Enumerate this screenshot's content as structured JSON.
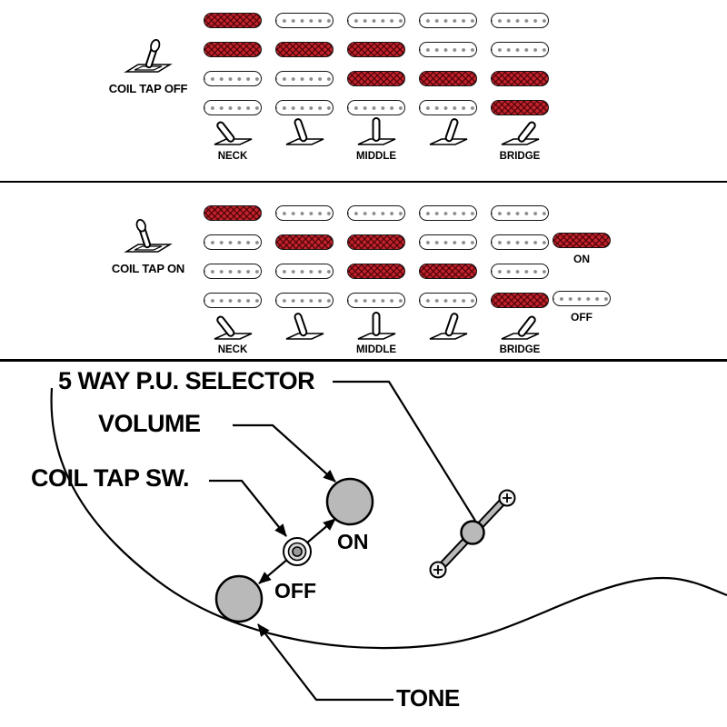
{
  "sections": [
    {
      "label": "COIL TAP OFF",
      "grid": [
        [
          "on",
          "off",
          "off",
          "off",
          "off"
        ],
        [
          "on",
          "on",
          "on",
          "off",
          "off"
        ],
        [
          "off",
          "off",
          "on",
          "on",
          "on"
        ],
        [
          "off",
          "off",
          "off",
          "off",
          "on"
        ]
      ]
    },
    {
      "label": "COIL TAP ON",
      "grid": [
        [
          "on",
          "off",
          "off",
          "off",
          "off"
        ],
        [
          "off",
          "on",
          "on",
          "off",
          "off"
        ],
        [
          "off",
          "off",
          "on",
          "on",
          "off"
        ],
        [
          "off",
          "off",
          "off",
          "off",
          "on"
        ]
      ]
    }
  ],
  "positions": {
    "neck": "NECK",
    "middle": "MIDDLE",
    "bridge": "BRIDGE"
  },
  "legend": {
    "on": "ON",
    "off": "OFF"
  },
  "controls": {
    "selector": "5 WAY P.U. SELECTOR",
    "volume": "VOLUME",
    "coil_tap": "COIL TAP SW.",
    "tap_on": "ON",
    "tap_off": "OFF",
    "tone": "TONE"
  },
  "colors": {
    "active_pickup": "#c2242b",
    "inactive_pickup": "#ffffff",
    "knob_gray": "#b9b9b9",
    "line": "#000000"
  }
}
